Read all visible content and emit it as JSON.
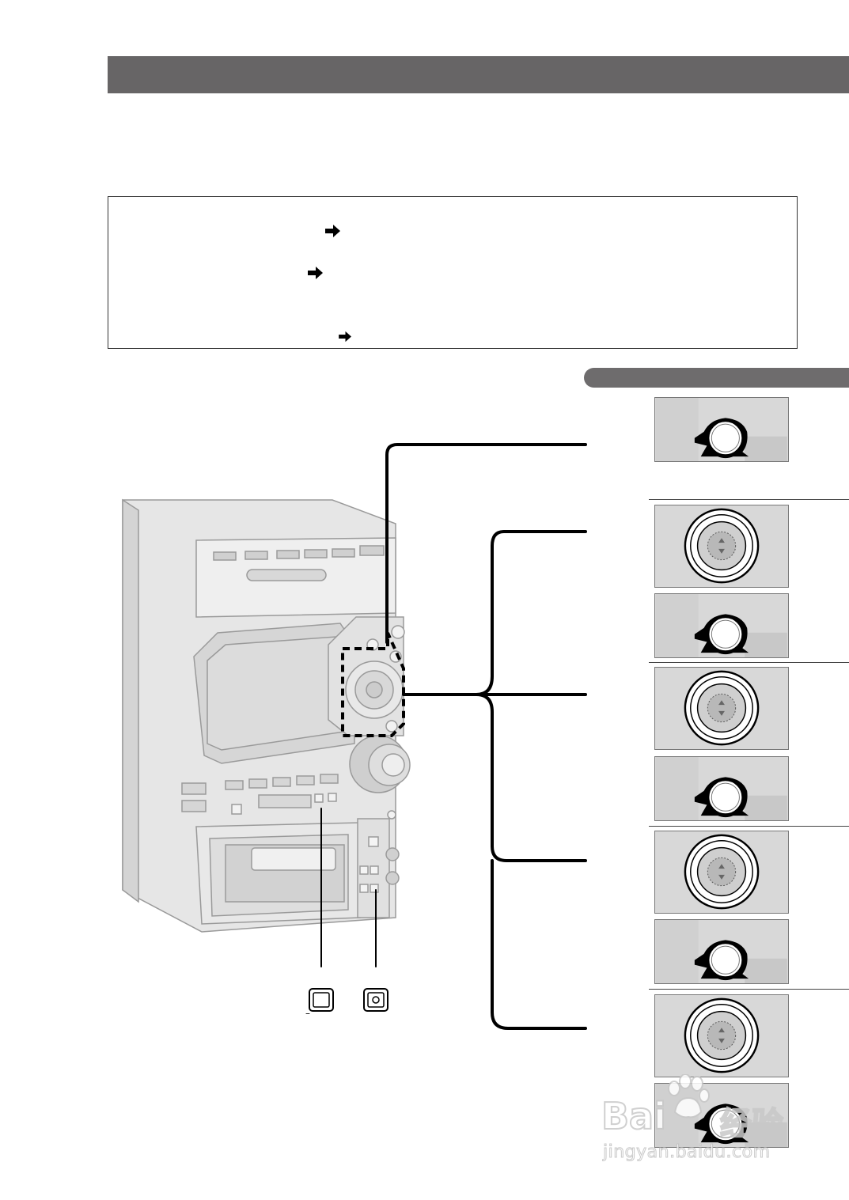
{
  "watermark": {
    "brand_latin": "Bai",
    "brand_cn": "经验",
    "url": "jingyan.baidu.com"
  },
  "controls": {
    "left_button_mark": "–"
  },
  "icons": {
    "arrow": "right-arrow-icon",
    "knob_press": "knob-press-icon",
    "knob_turn": "knob-turn-icon",
    "paw": "baidu-paw-icon"
  },
  "colors": {
    "header": "#676566",
    "pill": "#6e6c6d",
    "panel_bg": "#d8d8d8",
    "line": "#000000"
  }
}
